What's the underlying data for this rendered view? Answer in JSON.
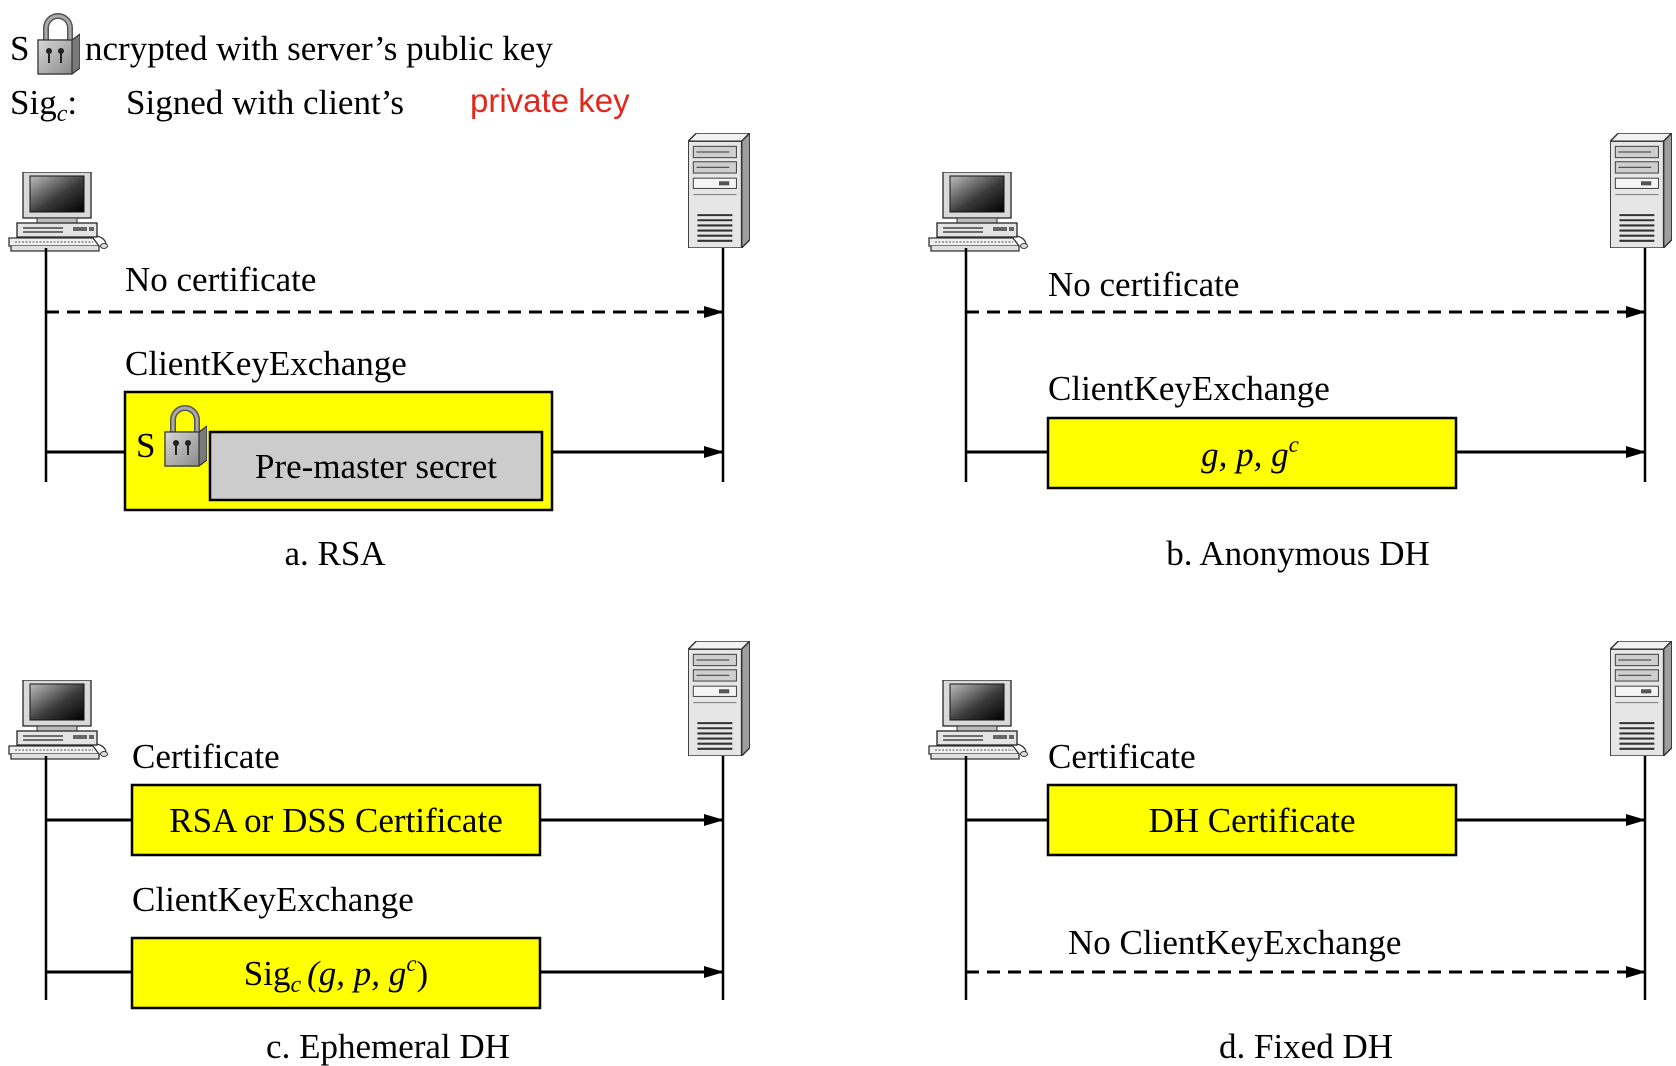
{
  "legend": {
    "s_symbol": "S",
    "s_text": "ncrypted with server’s public key",
    "sig_symbol": "Sig",
    "sig_sub": "c",
    "sig_colon": ":",
    "sig_text": "Signed with client’s",
    "sig_key": "private key"
  },
  "panels": [
    {
      "caption": "a. RSA",
      "messages": [
        {
          "label": "No certificate",
          "style": "dashed",
          "box": null
        },
        {
          "label": "ClientKeyExchange",
          "style": "solid",
          "box": {
            "fill": "#ffff00",
            "lock_label": "S",
            "inner_text": "Pre-master secret",
            "inner_fill": "#cccccc"
          }
        }
      ]
    },
    {
      "caption": "b. Anonymous DH",
      "messages": [
        {
          "label": "No certificate",
          "style": "dashed",
          "box": null
        },
        {
          "label": "ClientKeyExchange",
          "style": "solid",
          "box": {
            "fill": "#ffff00",
            "formula": "g, p, g",
            "formula_sup": "c"
          }
        }
      ]
    },
    {
      "caption": "c. Ephemeral DH",
      "messages": [
        {
          "label": "Certificate",
          "style": "solid",
          "box": {
            "fill": "#ffff00",
            "text": "RSA or DSS Certificate"
          }
        },
        {
          "label": "ClientKeyExchange",
          "style": "solid",
          "box": {
            "fill": "#ffff00",
            "prefix": "Sig",
            "prefix_sub": "c",
            "formula": "(g, p, g",
            "formula_sup": "c",
            "suffix": ")"
          }
        }
      ]
    },
    {
      "caption": "d. Fixed DH",
      "messages": [
        {
          "label": "Certificate",
          "style": "solid",
          "box": {
            "fill": "#ffff00",
            "text": "DH Certificate"
          }
        },
        {
          "label": "No ClientKeyExchange",
          "style": "dashed",
          "box": null
        }
      ]
    }
  ],
  "icons": {
    "client": "desktop-computer-icon",
    "server": "server-tower-icon",
    "lock": "padlock-icon"
  }
}
